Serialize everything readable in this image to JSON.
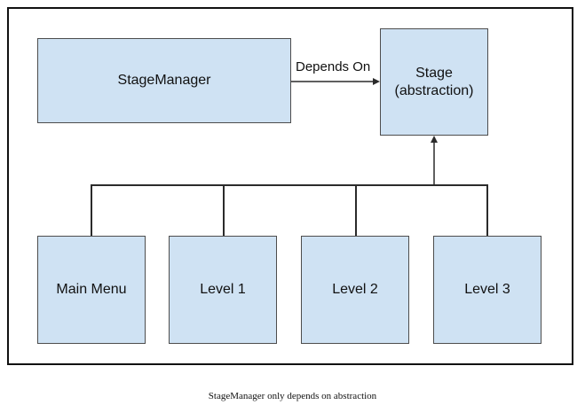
{
  "diagram": {
    "nodes": {
      "stage_manager": "StageManager",
      "stage": "Stage\n(abstraction)",
      "main_menu": "Main Menu",
      "level_1": "Level 1",
      "level_2": "Level 2",
      "level_3": "Level 3"
    },
    "edges": {
      "depends_on_label": "Depends On"
    },
    "box_fill": "#cfe2f3",
    "box_border": "#4d4d4d",
    "line_color": "#2b2b2b"
  },
  "caption": "StageManager only depends on abstraction"
}
